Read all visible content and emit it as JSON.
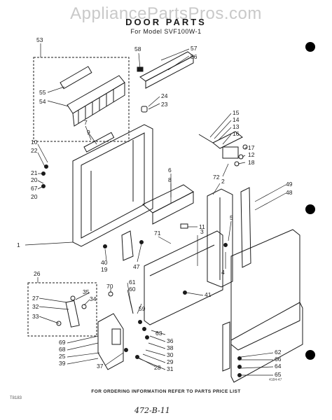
{
  "watermark": "AppliancePartsPros.com",
  "title": "DOOR PARTS",
  "subtitle": "For Model SVF100W-1",
  "footer_note": "FOR ORDERING INFORMATION REFER TO PARTS PRICE LIST",
  "catalog_code": "T8183",
  "small_code": "4184-47",
  "handwritten_note": "472-B-11",
  "callouts": [
    "53",
    "55",
    "54",
    "58",
    "57",
    "56",
    "24",
    "23",
    "7",
    "9",
    "10",
    "22",
    "21",
    "20",
    "67",
    "20",
    "15",
    "14",
    "13",
    "16",
    "17",
    "12",
    "18",
    "72",
    "6",
    "8",
    "2",
    "49",
    "48",
    "1",
    "71",
    "11",
    "5",
    "3",
    "40",
    "19",
    "47",
    "4",
    "26",
    "27",
    "32",
    "33",
    "35",
    "34",
    "70",
    "61",
    "60",
    "41",
    "59",
    "69",
    "68",
    "25",
    "39",
    "37",
    "63",
    "36",
    "38",
    "30",
    "29",
    "31",
    "28",
    "62",
    "66",
    "64",
    "65"
  ]
}
